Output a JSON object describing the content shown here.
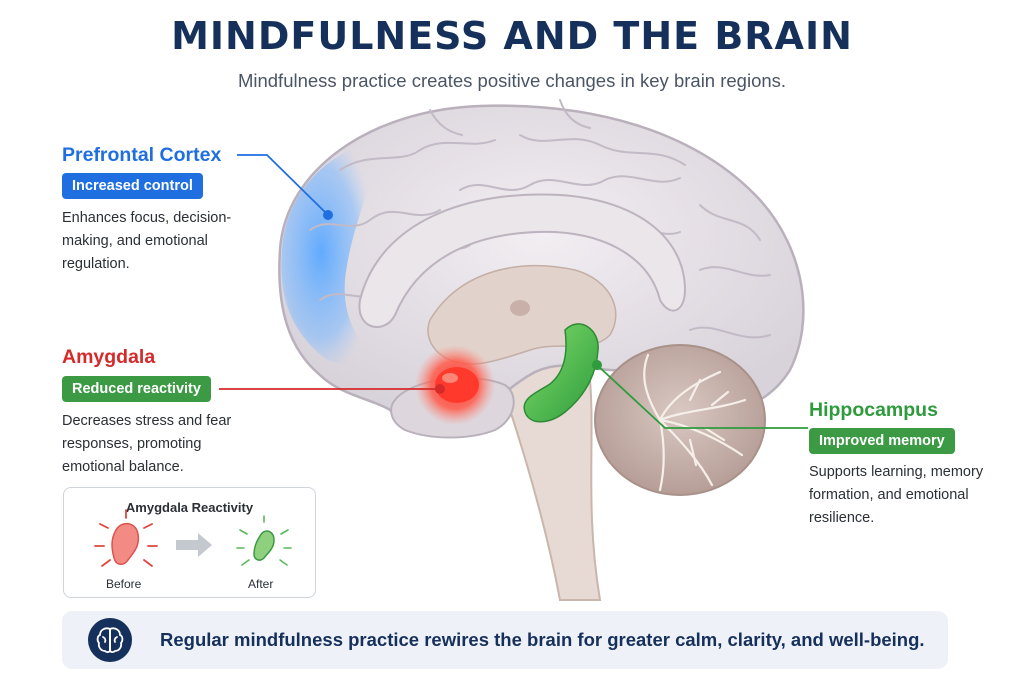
{
  "header": {
    "title": "MINDFULNESS AND THE BRAIN",
    "subtitle": "Mindfulness practice creates positive changes in key brain regions."
  },
  "regions": {
    "prefrontal": {
      "name": "Prefrontal Cortex",
      "badge": "Increased control",
      "desc_lines": [
        "Enhances focus, decision-",
        "making, and emotional",
        "regulation."
      ]
    },
    "amygdala": {
      "name": "Amygdala",
      "badge": "Reduced reactivity",
      "desc_lines": [
        "Decreases stress and fear",
        "responses, promoting",
        "emotional balance."
      ]
    },
    "hippocampus": {
      "name": "Hippocampus",
      "badge": "Improved memory",
      "desc_lines": [
        "Supports learning, memory",
        "formation, and emotional",
        "resilience."
      ]
    }
  },
  "inset": {
    "title": "Amygdala Reactivity",
    "before_label": "Before",
    "after_label": "After"
  },
  "footer": {
    "message": "Regular mindfulness practice rewires the brain for greater calm, clarity, and well-being.",
    "icon": "brain-icon"
  },
  "colors": {
    "title": "#16305c",
    "prefrontal": "#1f6fe0",
    "amygdala": "#d62a2a",
    "hippocampus": "#2e9b3c",
    "badge_green": "#3c9a45"
  }
}
